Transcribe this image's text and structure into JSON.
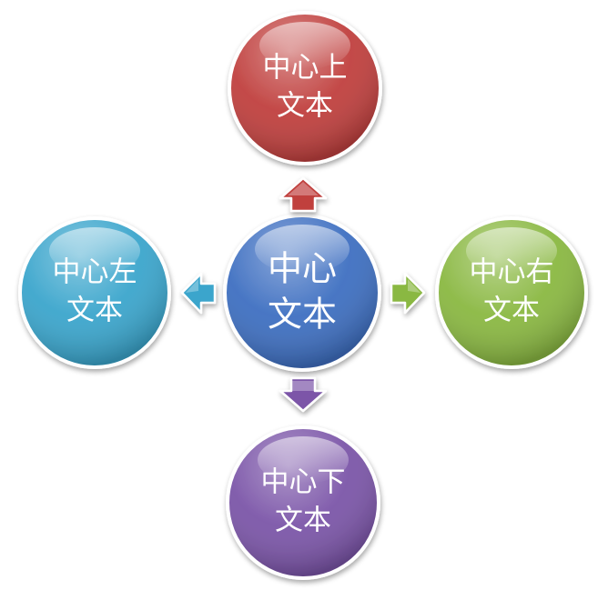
{
  "diagram": {
    "nodes": {
      "center": {
        "line1": "中心",
        "line2": "文本",
        "color": "#3e6fc1"
      },
      "top": {
        "line1": "中心上",
        "line2": "文本",
        "color": "#c0403e"
      },
      "left": {
        "line1": "中心左",
        "line2": "文本",
        "color": "#3aa5cc"
      },
      "right": {
        "line1": "中心右",
        "line2": "文本",
        "color": "#8ab842"
      },
      "bottom": {
        "line1": "中心下",
        "line2": "文本",
        "color": "#7b55a8"
      }
    },
    "arrows": {
      "up": {
        "color": "#c0403e"
      },
      "left": {
        "color": "#3aa5cc"
      },
      "right": {
        "color": "#8ab842"
      },
      "down": {
        "color": "#7b55a8"
      }
    }
  }
}
